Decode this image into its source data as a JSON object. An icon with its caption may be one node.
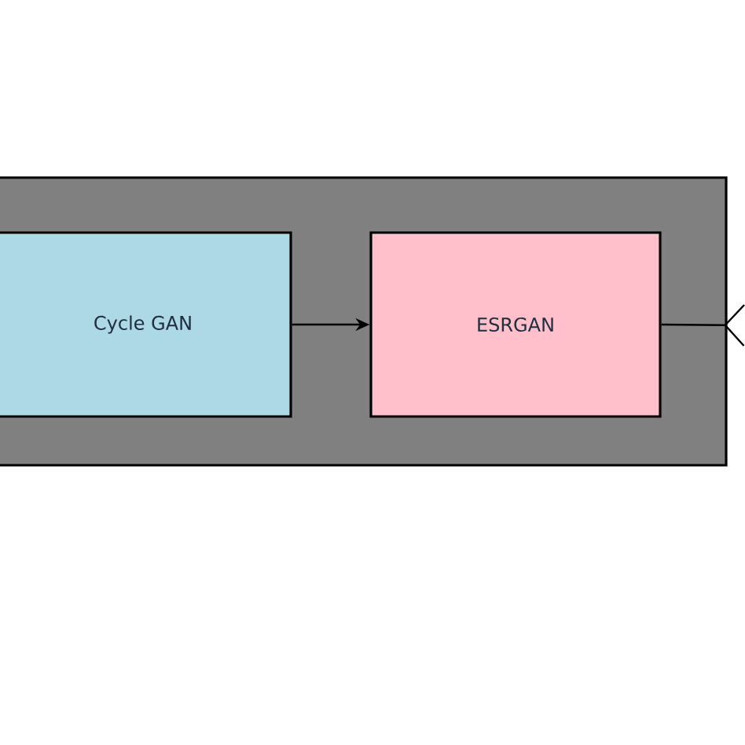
{
  "diagram": {
    "nodes": [
      {
        "text": [],
        "shape": "box"
      },
      {
        "text": [
          "Cycle GAN"
        ],
        "in": 0
      },
      {
        "text": [
          "ESRGAN"
        ],
        "in": 0
      }
    ],
    "edges": [
      {
        "from": 1,
        "to": 2,
        "arrow": "to"
      },
      {
        "from": 2,
        "to": null,
        "arrow": "other"
      }
    ]
  }
}
